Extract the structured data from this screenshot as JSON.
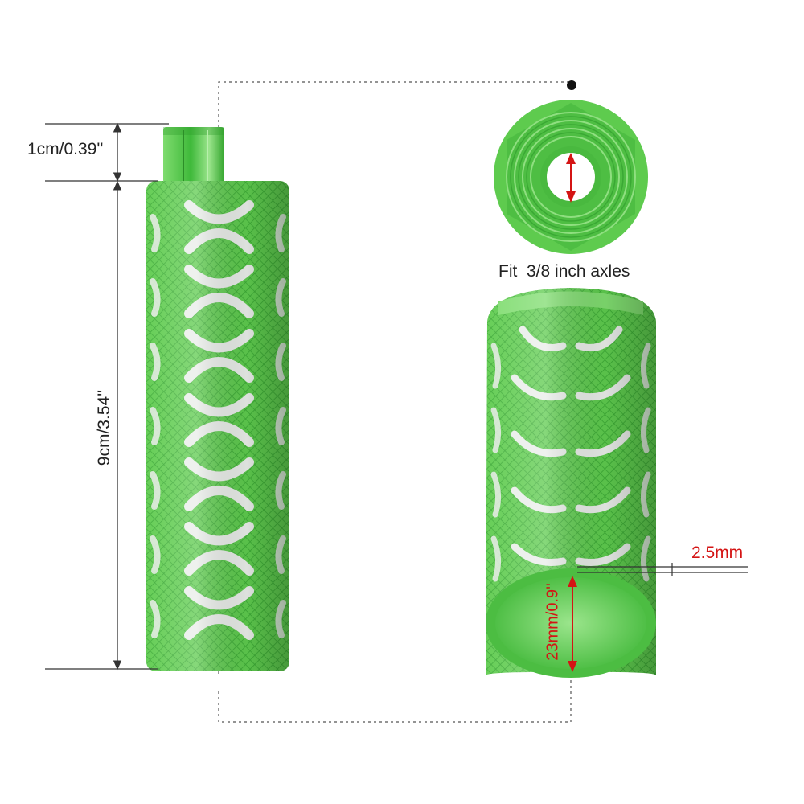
{
  "dimensions": {
    "cap_height": "1cm/0.39''",
    "body_length": "9cm/3.54''",
    "inner_diameter": "23mm/0.9''",
    "wall_thickness": "2.5mm"
  },
  "caption": "Fit  3/8 inch axles",
  "colors": {
    "green": "#5ecb4e",
    "green_dark": "#3aa834",
    "green_light": "#9be58c",
    "silver": "#e9ede9",
    "line": "#333333",
    "accent_red": "#d41414"
  },
  "icons": [
    "dashed-outline",
    "dimension-arrow"
  ]
}
